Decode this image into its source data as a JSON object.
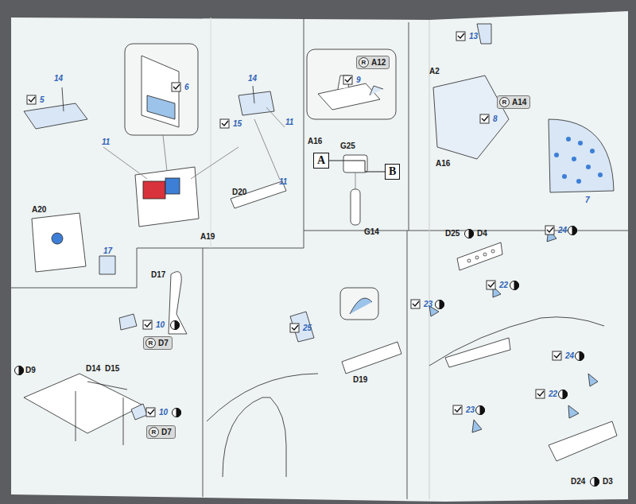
{
  "diagram": {
    "nodes": [
      {
        "text": [
          "A"
        ]
      },
      {
        "text": [
          "B"
        ]
      },
      {
        "text": [
          "R",
          "A12"
        ]
      },
      {
        "text": [
          "R",
          "A14"
        ]
      },
      {
        "text": [
          "R",
          "D7"
        ]
      },
      {
        "text": [
          "R",
          "D7"
        ]
      }
    ],
    "edges": [
      {
        "from": 0,
        "to": 1,
        "arrow": "none"
      }
    ],
    "labels": [
      "14",
      "5",
      "11",
      "6",
      "15",
      "14",
      "11",
      "11",
      "A19",
      "A20",
      "17",
      "9",
      "G25",
      "G14",
      "A16",
      "13",
      "A2",
      "8",
      "A16",
      "7",
      "D17",
      "10",
      "D9",
      "D14",
      "D15",
      "10",
      "D20",
      "25",
      "D19",
      "D25",
      "D4",
      "24",
      "22",
      "23",
      "24",
      "22",
      "23",
      "D24",
      "D3"
    ]
  }
}
